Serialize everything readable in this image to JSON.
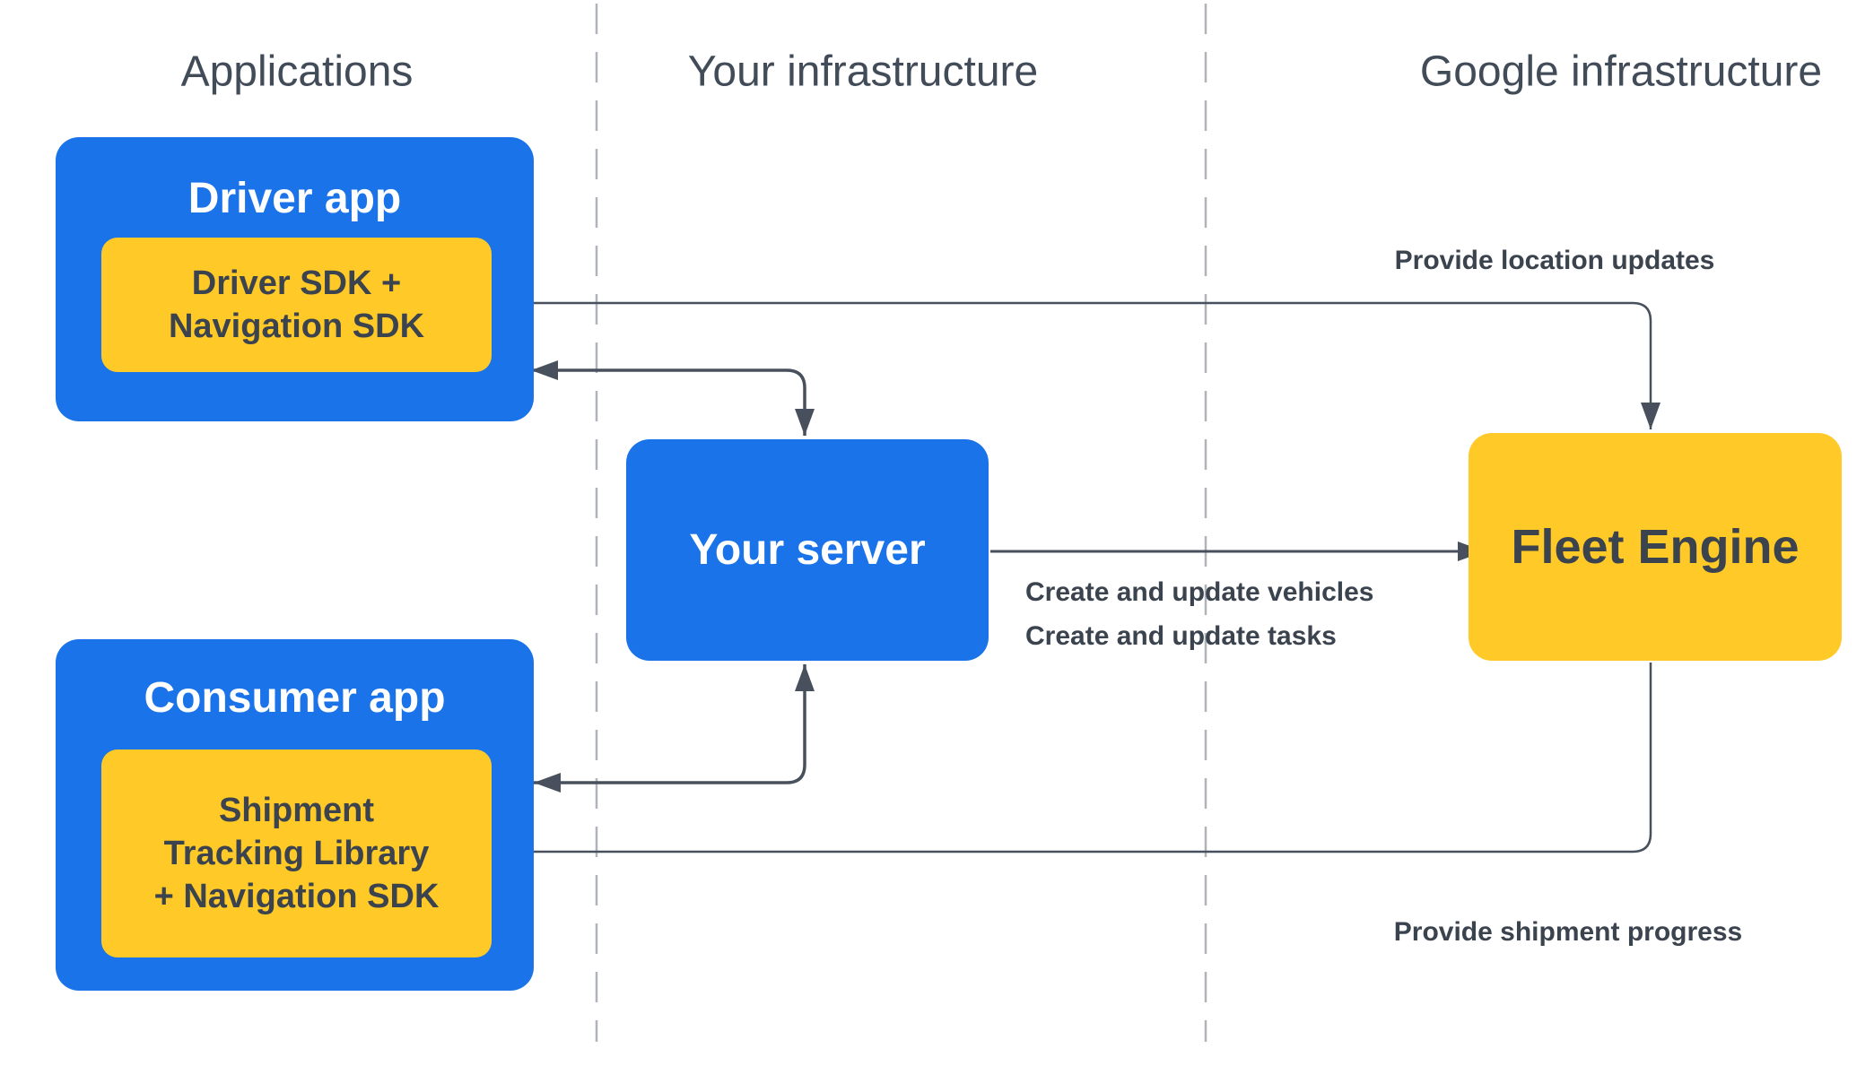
{
  "colors": {
    "blue": "#1a73e8",
    "yellow": "#ffc928",
    "ink": "#3b434e",
    "header": "#424c59",
    "line": "#47505c",
    "divider": "#aeb4ba",
    "white": "#ffffff",
    "bg": "#ffffff"
  },
  "columns": {
    "applications": "Applications",
    "your_infrastructure": "Your infrastructure",
    "google_infrastructure": "Google infrastructure"
  },
  "nodes": {
    "driver_app": {
      "title": "Driver app",
      "sdk_lines": [
        "Driver SDK +",
        "Navigation SDK"
      ]
    },
    "your_server": {
      "title": "Your server"
    },
    "fleet_engine": {
      "title": "Fleet Engine"
    },
    "consumer_app": {
      "title": "Consumer app",
      "sdk_lines": [
        "Shipment",
        "Tracking Library",
        "+ Navigation SDK"
      ]
    }
  },
  "edges": {
    "provide_location_updates": "Provide location updates",
    "create_update_vehicles": "Create and update vehicles",
    "create_update_tasks": "Create and update tasks",
    "provide_shipment_progress": "Provide shipment progress"
  }
}
